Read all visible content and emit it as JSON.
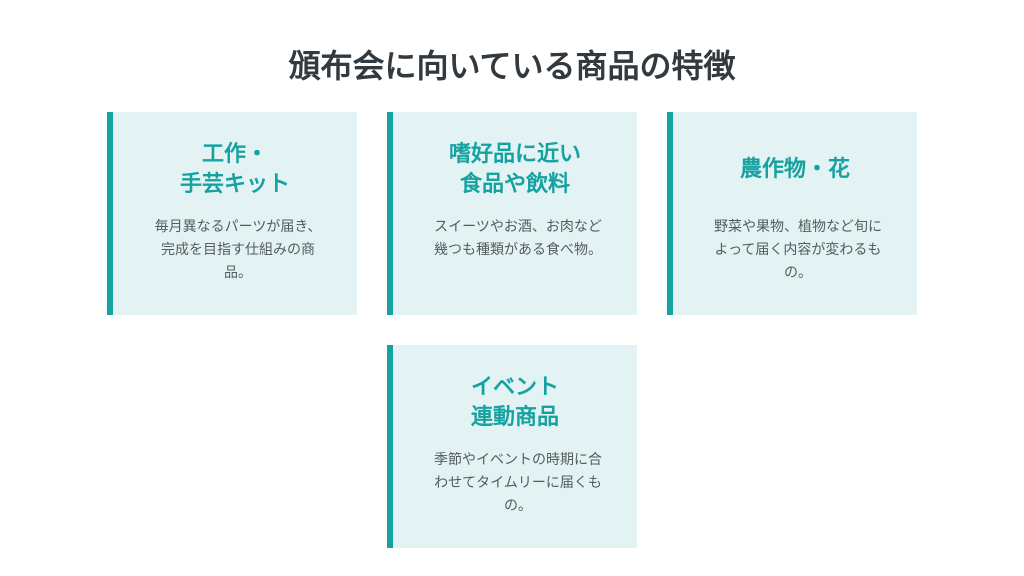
{
  "page": {
    "title": "頒布会に向いている商品の特徴"
  },
  "cards": [
    {
      "title_line1": "工作・",
      "title_line2": "手芸キット",
      "description": "毎月異なるパーツが届き、完成を目指す仕組みの商品。"
    },
    {
      "title_line1": "嗜好品に近い",
      "title_line2": "食品や飲料",
      "description": "スイーツやお酒、お肉など幾つも種類がある食べ物。"
    },
    {
      "title_line1": "農作物・花",
      "title_line2": "",
      "description": "野菜や果物、植物など旬によって届く内容が変わるもの。"
    },
    {
      "title_line1": "イベント",
      "title_line2": "連動商品",
      "description": "季節やイベントの時期に合わせてタイムリーに届くもの。"
    }
  ],
  "colors": {
    "accent": "#17a2a2",
    "card_background": "#e3f3f3",
    "title_text": "#333a3f",
    "body_text": "#555b5f"
  }
}
